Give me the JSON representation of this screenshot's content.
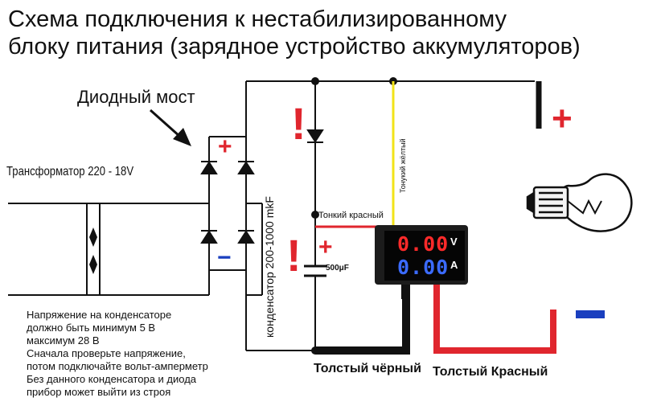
{
  "title": {
    "line1": "Схема подключения к нестабилизированному",
    "line2": "блоку питания (зарядное устройство аккумуляторов)"
  },
  "labels": {
    "diode_bridge": "Диодный мост",
    "transformer": "Трансформатор 220 - 18V",
    "capacitor": "конденсатор 200-1000 mkF",
    "capacitor_value": "500μF",
    "thin_red": "Тонкий красный",
    "thin_yellow": "Тонукий жёлтый",
    "thick_black": "Толстый чёрный",
    "thick_red": "Толстый Красный",
    "plus": "+",
    "minus": "−",
    "exclamation": "!"
  },
  "meter": {
    "voltage_reading": "0.00",
    "voltage_unit": "V",
    "current_reading": "0.00",
    "current_unit": "A"
  },
  "note_lines": [
    "Напряжение на конденсаторе",
    "должно быть минимум 5 В",
    "максимум 28 В",
    "Сначала проверьте напряжение,",
    "потом подключайте вольт-амперметр",
    "Без данного конденсатора и диода",
    "прибор может выйти из строя"
  ],
  "colors": {
    "wire": "#111111",
    "red": "#e0262e",
    "yellow": "#f2e318",
    "blue_minus": "#1a3fbf",
    "meter_red": "#ff2a2a",
    "meter_blue": "#3b6bff"
  },
  "icons": [
    "lightbulb-icon",
    "arrow-icon",
    "diode-icon",
    "capacitor-icon"
  ]
}
